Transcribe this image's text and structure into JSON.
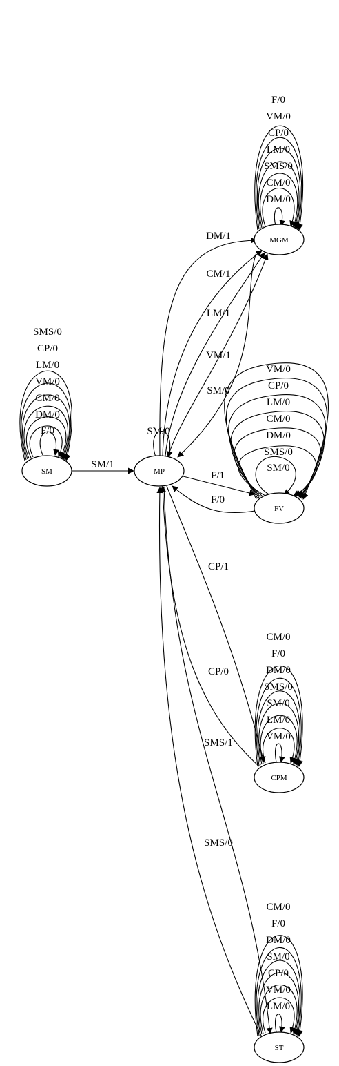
{
  "nodes": {
    "SM": "SM",
    "MP": "MP",
    "MGM": "MGM",
    "FV": "FV",
    "CPM": "CPM",
    "ST": "ST"
  },
  "edges": {
    "sm_to_mp": "SM/1",
    "mp_self": "SM/0",
    "mp_to_mgm": [
      "DM/1",
      "CM/1",
      "LM/1",
      "VM/1"
    ],
    "mgm_to_mp": "SM/0",
    "mp_to_fv": "F/1",
    "fv_to_mp": "F/0",
    "mp_to_cpm": "CP/1",
    "cpm_to_mp": "CP/0",
    "mp_to_st": "SMS/1",
    "st_to_mp": "SMS/0"
  },
  "self_loops": {
    "SM": [
      "F/0",
      "DM/0",
      "CM/0",
      "VM/0",
      "LM/0",
      "CP/0",
      "SMS/0"
    ],
    "MGM": [
      "DM/0",
      "CM/0",
      "SMS/0",
      "LM/0",
      "CP/0",
      "VM/0",
      "F/0"
    ],
    "FV": [
      "SM/0",
      "SMS/0",
      "DM/0",
      "CM/0",
      "LM/0",
      "CP/0",
      "VM/0"
    ],
    "CPM": [
      "VM/0",
      "LM/0",
      "SM/0",
      "SMS/0",
      "DM/0",
      "F/0",
      "CM/0"
    ],
    "ST": [
      "LM/0",
      "VM/0",
      "CP/0",
      "SM/0",
      "DM/0",
      "F/0",
      "CM/0"
    ]
  }
}
